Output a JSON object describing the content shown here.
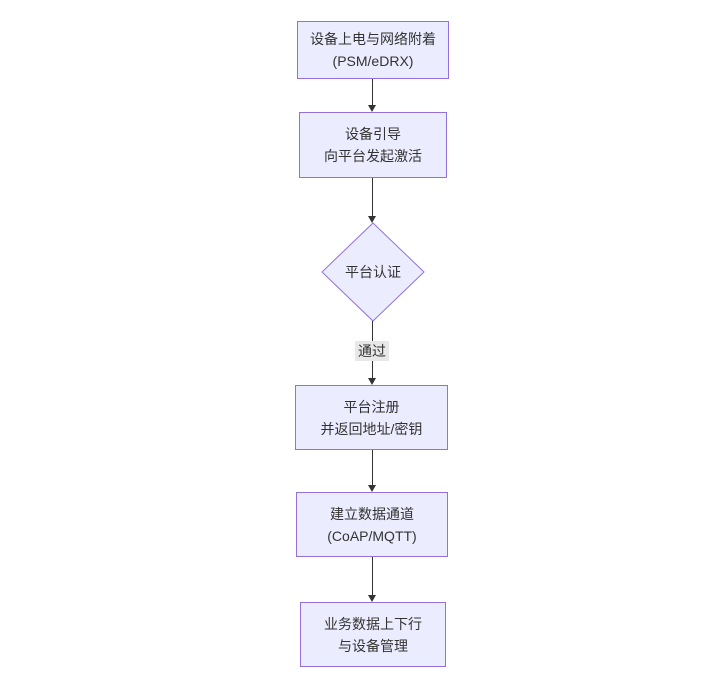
{
  "diagram": {
    "type": "flowchart-top-down",
    "colors": {
      "canvas_bg": "#ffffff",
      "node_fill": "#ECECFF",
      "node_border": "#9370DB",
      "line_color": "#333333",
      "text_color": "#333333",
      "label_bg": "#e8e8e8"
    },
    "nodes": [
      {
        "id": "power-attach",
        "shape": "rect",
        "line1": "设备上电与网络附着",
        "line2": "(PSM/eDRX)"
      },
      {
        "id": "bootstrap-activate",
        "shape": "rect",
        "line1": "设备引导",
        "line2": "向平台发起激活"
      },
      {
        "id": "platform-auth",
        "shape": "diamond",
        "line1": "平台认证"
      },
      {
        "id": "platform-register",
        "shape": "rect",
        "line1": "平台注册",
        "line2": "并返回地址/密钥"
      },
      {
        "id": "data-channel",
        "shape": "rect",
        "line1": "建立数据通道",
        "line2": "(CoAP/MQTT)"
      },
      {
        "id": "business-data",
        "shape": "rect",
        "line1": "业务数据上下行",
        "line2": "与设备管理"
      }
    ],
    "edges": [
      {
        "from": "power-attach",
        "to": "bootstrap-activate"
      },
      {
        "from": "bootstrap-activate",
        "to": "platform-auth"
      },
      {
        "from": "platform-auth",
        "to": "platform-register",
        "label": "通过"
      },
      {
        "from": "platform-register",
        "to": "data-channel"
      },
      {
        "from": "data-channel",
        "to": "business-data"
      }
    ]
  }
}
